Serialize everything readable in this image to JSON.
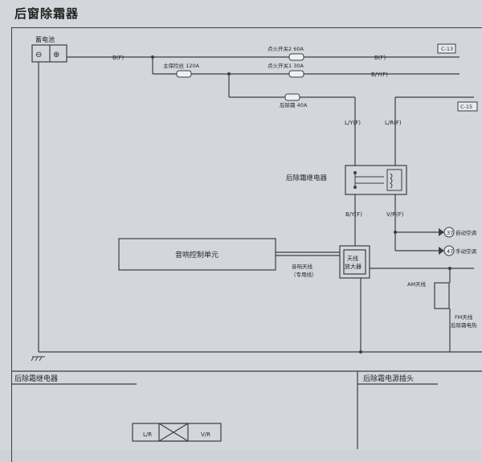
{
  "page_title": "后窗除霜器",
  "battery": {
    "label": "蓄电池",
    "minus": "⊖",
    "plus": "⊕"
  },
  "wires": {
    "b_f_1": "B(F)",
    "b_f_2": "B(F)",
    "b_y_f_top": "B/Y(F)",
    "l_y_f": "L/Y(F)",
    "l_r_f": "L/R(F)",
    "b_y_f_bottom": "B/Y(F)",
    "v_r_f": "V/R(F)"
  },
  "fuses": {
    "ignition_2": "点火开关2 60A",
    "main_fuse": "主保险丝 120A",
    "ignition_1": "点火开关1 30A",
    "rear_defog": "后除霜 40A"
  },
  "connectors": {
    "c13": "C-13",
    "c15": "C-15"
  },
  "relay": {
    "label": "后除霜继电器"
  },
  "audio_unit": {
    "label": "音响控制单元"
  },
  "antenna_wire": {
    "line1": "音响天线",
    "line2": "（专用线）"
  },
  "amplifier": {
    "line1": "天线",
    "line2": "放大器"
  },
  "am_antenna": "AM天线",
  "fm_antenna": {
    "line1": "FM天线",
    "line2": "后除霜电热"
  },
  "refs": [
    {
      "number": "37",
      "label": "自动空调"
    },
    {
      "number": "47",
      "label": "手动空调"
    }
  ],
  "bottom_sections": {
    "left": "后除霜继电器",
    "right": "后除霜电源插头"
  },
  "connector_pins": {
    "left_pin": "L/R",
    "right_pin": "V/R"
  },
  "colors": {
    "line": "#3a3f47",
    "paper": "#d3d6da",
    "fuse": "#f0f0f0"
  }
}
